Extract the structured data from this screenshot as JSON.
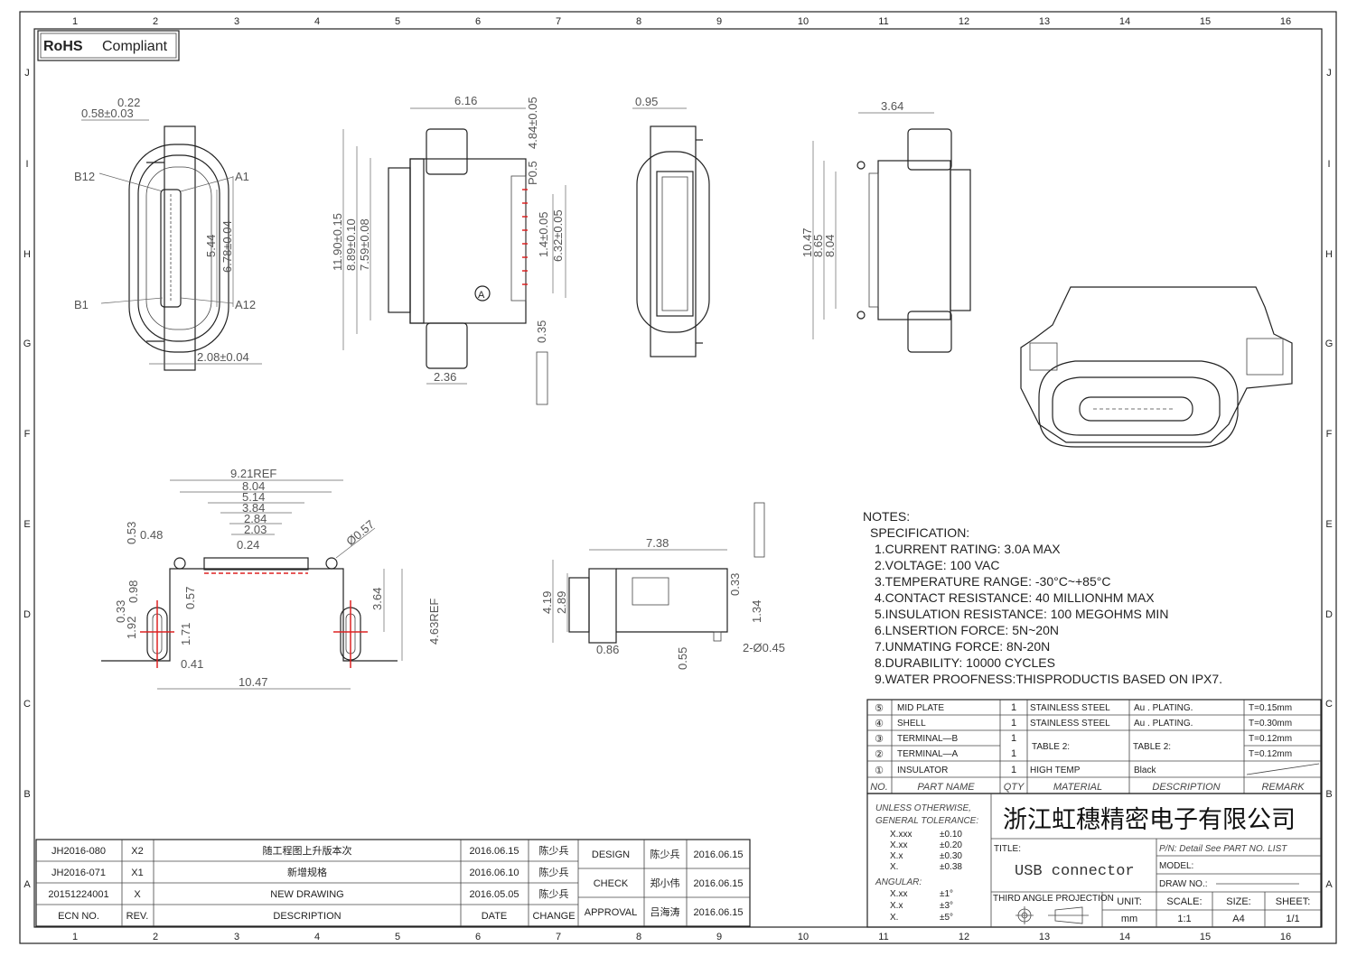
{
  "badge": {
    "rohs": "RoHS",
    "compliant": "Compliant"
  },
  "grid": {
    "columns": [
      "1",
      "2",
      "3",
      "4",
      "5",
      "6",
      "7",
      "8",
      "9",
      "10",
      "11",
      "12",
      "13",
      "14",
      "15",
      "16"
    ],
    "rows": [
      "J",
      "I",
      "H",
      "G",
      "F",
      "E",
      "D",
      "C",
      "B",
      "A"
    ]
  },
  "views": {
    "front": {
      "dims": [
        "0.22",
        "0.58±0.03",
        "B12",
        "A1",
        "B1",
        "A12",
        "5.44",
        "6.78±0.04",
        "2.08±0.04"
      ]
    },
    "top": {
      "dims": [
        "6.16",
        "11.90±0.15",
        "8.89±0.10",
        "7.59±0.08",
        "P0.5",
        "4.84±0.05",
        "1.4±0.05",
        "6.32±0.05",
        "0.35",
        "2.36"
      ],
      "datum": "A"
    },
    "side": {
      "dims": [
        "0.95"
      ]
    },
    "back": {
      "dims": [
        "3.64",
        "10.47",
        "8.65",
        "8.04"
      ]
    },
    "footprint": {
      "dims": [
        "9.21REF",
        "8.04",
        "5.14",
        "3.84",
        "2.84",
        "2.03",
        "0.24",
        "0.53",
        "0.48",
        "Ø0.57",
        "0.98",
        "0.33",
        "1.92",
        "0.57",
        "1.71",
        "0.41",
        "3.64",
        "4.63REF",
        "10.47"
      ]
    },
    "profile": {
      "dims": [
        "7.38",
        "4.19",
        "2.89",
        "0.33",
        "1.34",
        "0.86",
        "0.55",
        "2-Ø0.45"
      ]
    }
  },
  "notes": {
    "title": "NOTES:",
    "spec_title": "SPECIFICATION:",
    "items": [
      "1.CURRENT RATING: 3.0A MAX",
      "2.VOLTAGE: 100 VAC",
      "3.TEMPERATURE RANGE: -30°C~+85°C",
      "4.CONTACT RESISTANCE: 40 MILLIONHM MAX",
      "5.INSULATION RESISTANCE: 100 MEGOHMS MIN",
      "6.LNSERTION FORCE: 5N~20N",
      "7.UNMATING FORCE: 8N-20N",
      "8.DURABILITY: 10000 CYCLES",
      "9.WATER PROOFNESS:THISPRODUCTIS BASED ON IPX7."
    ]
  },
  "parts": {
    "headers": [
      "NO.",
      "PART NAME",
      "QTY",
      "MATERIAL",
      "DESCRIPTION",
      "REMARK"
    ],
    "rows": [
      {
        "no": "⑤",
        "name": "MID PLATE",
        "qty": "1",
        "material": "STAINLESS STEEL",
        "description": "Au . PLATING.",
        "remark": "T=0.15mm"
      },
      {
        "no": "④",
        "name": "SHELL",
        "qty": "1",
        "material": "STAINLESS STEEL",
        "description": "Au . PLATING.",
        "remark": "T=0.30mm"
      },
      {
        "no": "③",
        "name": "TERMINAL—B",
        "qty": "1",
        "material": "TABLE 2:",
        "description": "TABLE 2:",
        "remark": "T=0.12mm"
      },
      {
        "no": "②",
        "name": "TERMINAL—A",
        "qty": "1",
        "material": "",
        "description": "",
        "remark": "T=0.12mm"
      },
      {
        "no": "①",
        "name": "INSULATOR",
        "qty": "1",
        "material": "HIGH TEMP",
        "description": "Black",
        "remark": ""
      }
    ]
  },
  "tolerance": {
    "title1": "UNLESS OTHERWISE,",
    "title2": "GENERAL TOLERANCE:",
    "linear": [
      [
        "X.xxx",
        "±0.10"
      ],
      [
        "X.xx",
        "±0.20"
      ],
      [
        "X.x",
        "±0.30"
      ],
      [
        "X.",
        "±0.38"
      ]
    ],
    "angular_label": "ANGULAR:",
    "angular": [
      [
        "X.xx",
        "±1°"
      ],
      [
        "X.x",
        "±3°"
      ],
      [
        "X.",
        "±5°"
      ]
    ]
  },
  "titleblock": {
    "company": "浙江虹穗精密电子有限公司",
    "title_label": "TITLE:",
    "title": "USB connector",
    "pn": "P/N: Detail See PART NO. LIST",
    "model": "MODEL:",
    "draw_no": "DRAW NO.:",
    "projection": "THIRD ANGLE PROJECTION",
    "unit_label": "UNIT:",
    "unit": "mm",
    "scale_label": "SCALE:",
    "scale": "1:1",
    "size_label": "SIZE:",
    "size": "A4",
    "sheet_label": "SHEET:",
    "sheet": "1/1"
  },
  "revisions": {
    "headers": [
      "ECN NO.",
      "REV.",
      "DESCRIPTION",
      "DATE",
      "CHANGE"
    ],
    "rows": [
      [
        "JH2016-080",
        "X2",
        "随工程图上升版本次",
        "2016.06.15",
        "陈少兵"
      ],
      [
        "JH2016-071",
        "X1",
        "新增规格",
        "2016.06.10",
        "陈少兵"
      ],
      [
        "20151224001",
        "X",
        "NEW DRAWING",
        "2016.05.05",
        "陈少兵"
      ]
    ]
  },
  "approvals": [
    [
      "DESIGN",
      "陈少兵",
      "2016.06.15"
    ],
    [
      "CHECK",
      "郑小伟",
      "2016.06.15"
    ],
    [
      "APPROVAL",
      "吕海涛",
      "2016.06.15"
    ]
  ]
}
